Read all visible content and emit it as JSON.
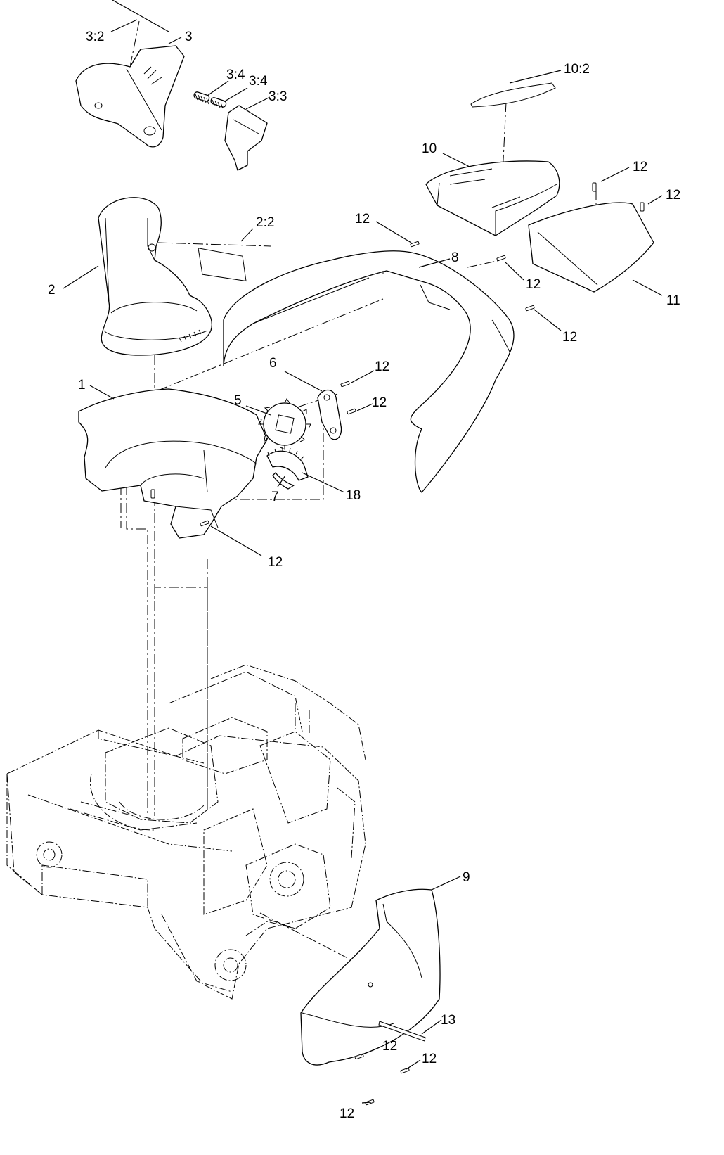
{
  "diagram": {
    "callouts": [
      {
        "id": "c-3-2",
        "label": "3:2"
      },
      {
        "id": "c-3",
        "label": "3"
      },
      {
        "id": "c-3-4a",
        "label": "3:4"
      },
      {
        "id": "c-3-4b",
        "label": "3:4"
      },
      {
        "id": "c-3-3",
        "label": "3:3"
      },
      {
        "id": "c-10-2",
        "label": "10:2"
      },
      {
        "id": "c-10",
        "label": "10"
      },
      {
        "id": "c-12-a",
        "label": "12"
      },
      {
        "id": "c-12-b",
        "label": "12"
      },
      {
        "id": "c-2-2",
        "label": "2:2"
      },
      {
        "id": "c-12-c",
        "label": "12"
      },
      {
        "id": "c-2",
        "label": "2"
      },
      {
        "id": "c-8",
        "label": "8"
      },
      {
        "id": "c-12-d",
        "label": "12"
      },
      {
        "id": "c-11",
        "label": "11"
      },
      {
        "id": "c-12-e",
        "label": "12"
      },
      {
        "id": "c-6",
        "label": "6"
      },
      {
        "id": "c-12-f",
        "label": "12"
      },
      {
        "id": "c-1",
        "label": "1"
      },
      {
        "id": "c-5",
        "label": "5"
      },
      {
        "id": "c-12-g",
        "label": "12"
      },
      {
        "id": "c-7",
        "label": "7"
      },
      {
        "id": "c-18",
        "label": "18"
      },
      {
        "id": "c-12-h",
        "label": "12"
      },
      {
        "id": "c-9",
        "label": "9"
      },
      {
        "id": "c-13",
        "label": "13"
      },
      {
        "id": "c-12-i",
        "label": "12"
      },
      {
        "id": "c-12-j",
        "label": "12"
      },
      {
        "id": "c-12-k",
        "label": "12"
      }
    ]
  }
}
